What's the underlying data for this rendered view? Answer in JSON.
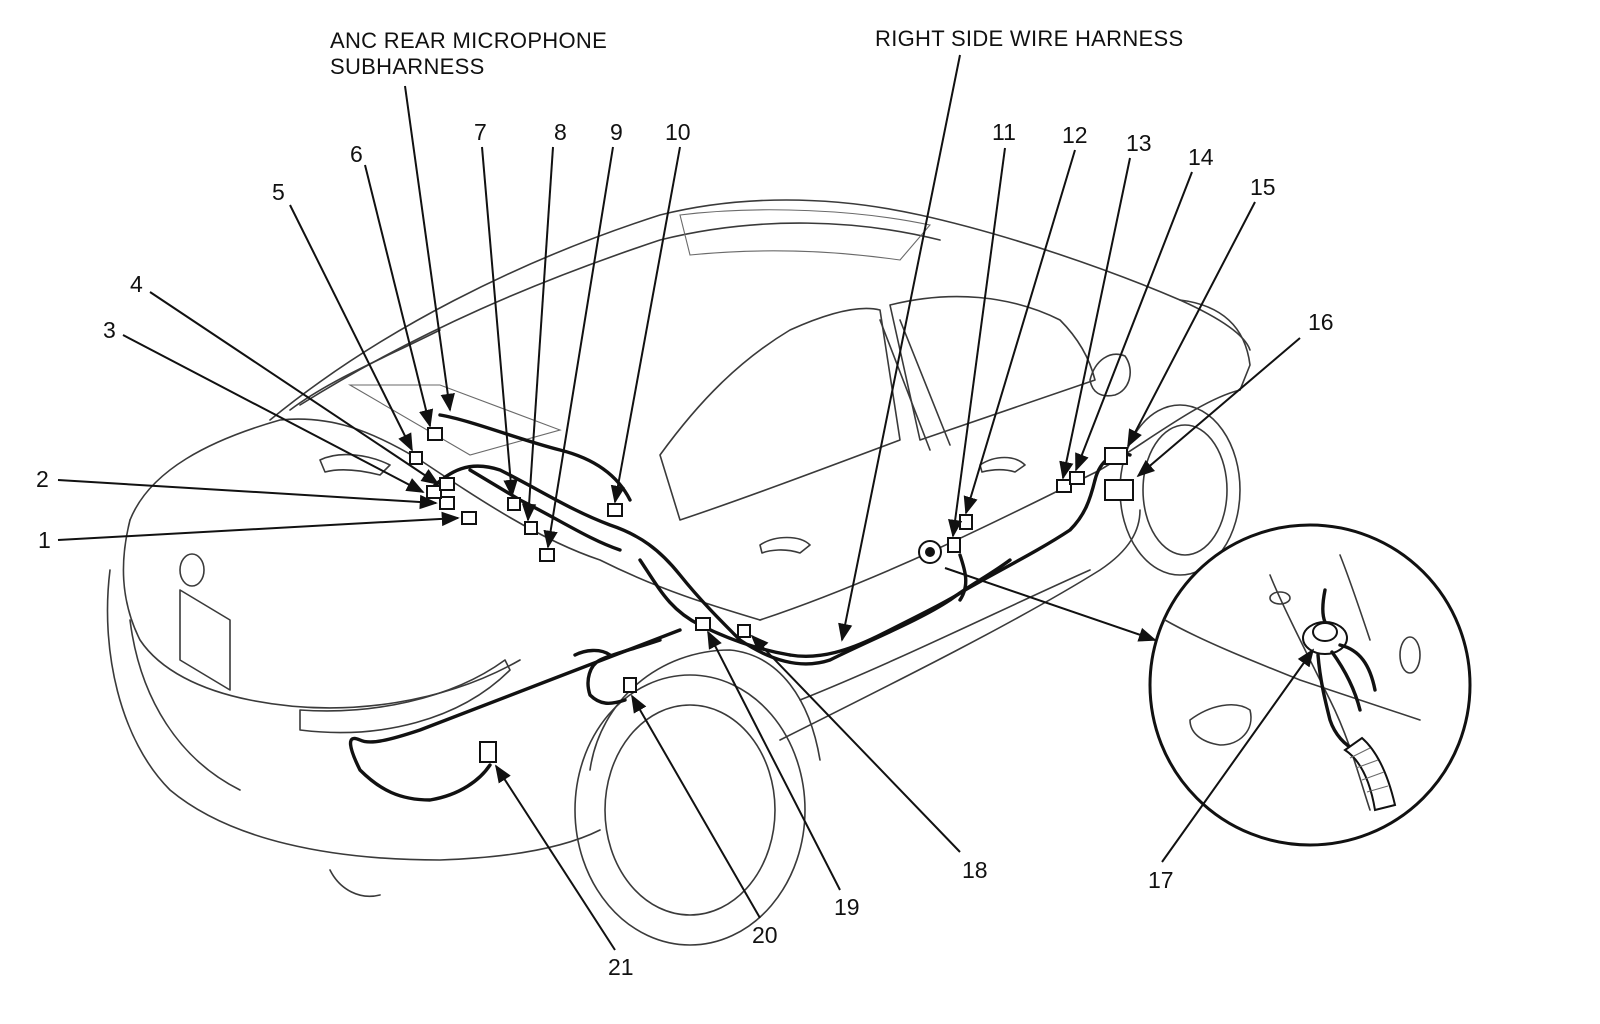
{
  "captions": {
    "anc_line1": "ANC REAR MICROPHONE",
    "anc_line2": "SUBHARNESS",
    "right_side": "RIGHT SIDE WIRE HARNESS"
  },
  "callouts": [
    "1",
    "2",
    "3",
    "4",
    "5",
    "6",
    "7",
    "8",
    "9",
    "10",
    "11",
    "12",
    "13",
    "14",
    "15",
    "16",
    "17",
    "18",
    "19",
    "20",
    "21"
  ]
}
